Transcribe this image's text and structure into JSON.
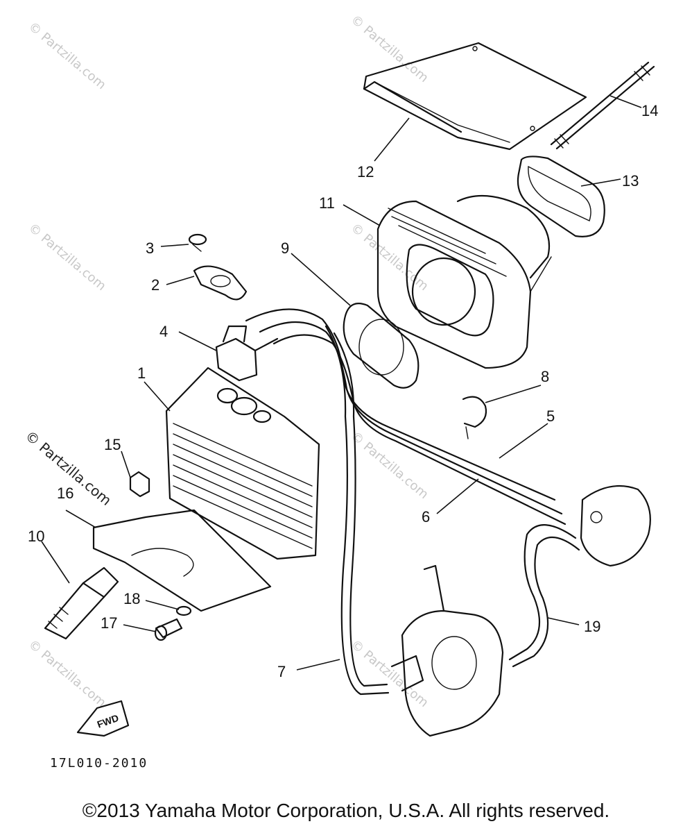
{
  "watermark": "© Partzilla.com",
  "callouts": [
    {
      "id": "1",
      "label": "1"
    },
    {
      "id": "2",
      "label": "2"
    },
    {
      "id": "3",
      "label": "3"
    },
    {
      "id": "4",
      "label": "4"
    },
    {
      "id": "5",
      "label": "5"
    },
    {
      "id": "6",
      "label": "6"
    },
    {
      "id": "7",
      "label": "7"
    },
    {
      "id": "8",
      "label": "8"
    },
    {
      "id": "9",
      "label": "9"
    },
    {
      "id": "10",
      "label": "10"
    },
    {
      "id": "11",
      "label": "11"
    },
    {
      "id": "12",
      "label": "12"
    },
    {
      "id": "13",
      "label": "13"
    },
    {
      "id": "14",
      "label": "14"
    },
    {
      "id": "15",
      "label": "15"
    },
    {
      "id": "16",
      "label": "16"
    },
    {
      "id": "17",
      "label": "17"
    },
    {
      "id": "18",
      "label": "18"
    },
    {
      "id": "19",
      "label": "19"
    }
  ],
  "fwd_label": "FWD",
  "diagram_code": "17L010-2010",
  "copyright": "©2013 Yamaha Motor Corporation, U.S.A. All rights reserved."
}
